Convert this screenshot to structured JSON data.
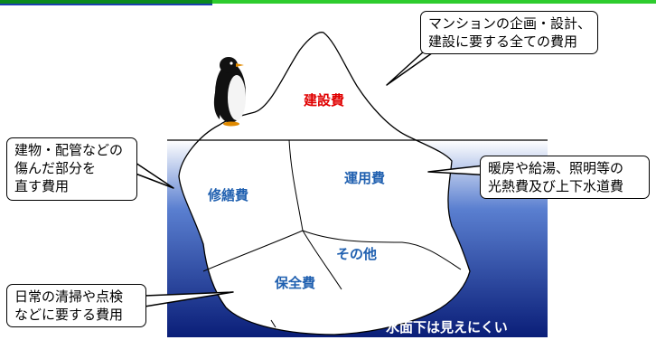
{
  "labels": {
    "construction": "建設費",
    "repair": "修繕費",
    "operation": "運用費",
    "other": "その他",
    "maintenance": "保全費",
    "water_caption": "水面下は見えにくい"
  },
  "callouts": {
    "construction": [
      "マンションの企画・設計、",
      "建設に要する全ての費用"
    ],
    "repair": [
      "建物・配管などの",
      "傷んだ部分を",
      "直す費用"
    ],
    "operation": [
      "暖房や給湯、照明等の",
      "光熱費及び上下水道費"
    ],
    "maintenance": [
      "日常の清掃や点検",
      "などに要する費用"
    ]
  },
  "colors": {
    "water_top": "#ffffff",
    "water_bottom": "#0a1e78",
    "construction_text": "#e00000",
    "section_text": "#2060b0",
    "caption_text": "#ffffff",
    "bar_dark": "#0b8a1f",
    "bar_light": "#2ecc2e"
  }
}
